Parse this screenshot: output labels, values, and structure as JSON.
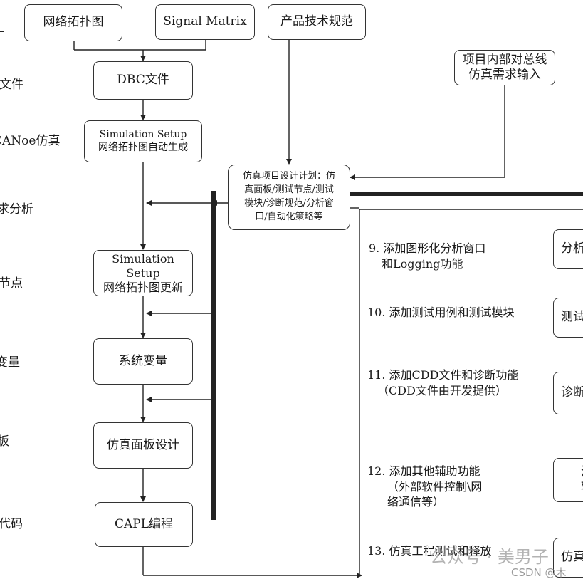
{
  "left_labels": [
    "文件",
    "CANoe仿真",
    "求分析",
    "节点",
    "变量",
    "板",
    "代码"
  ],
  "boxes": {
    "topology": "网络拓扑图",
    "signal_matrix": "Signal Matrix",
    "product_spec": "产品技术规范",
    "bus_requirement": [
      "项目内部对总线",
      "仿真需求输入"
    ],
    "dbc": "DBC文件",
    "setup_generate": [
      "Simulation Setup",
      "网络拓扑图自动生成"
    ],
    "plan": [
      "仿真项目设计计划：仿",
      "真面板/测试节点/测试",
      "模块/诊断规范/分析窗",
      "口/自动化策略等"
    ],
    "setup_update": [
      "Simulation Setup",
      "网络拓扑图更新"
    ],
    "sysvar": "系统变量",
    "panel": "仿真面板设计",
    "capl": "CAPL编程"
  },
  "steps": [
    [
      "9. 添加图形化分析窗口",
      "和Logging功能"
    ],
    [
      "10. 添加测试用例和测试模块"
    ],
    [
      "11. 添加CDD文件和诊断功能",
      "（CDD文件由开发提供）"
    ],
    [
      "12. 添加其他辅助功能",
      "（外部软件控制\\网",
      "络通信等）"
    ],
    [
      "13. 仿真工程测试和释放"
    ]
  ],
  "right_boxes": [
    "分析",
    "测试",
    "诊断",
    "添",
    "仿真"
  ],
  "right_box_second": [
    "",
    "",
    "",
    "辅",
    ""
  ],
  "watermark": {
    "line1": "公众号 · 美男子",
    "line2": "CSDN @木"
  }
}
